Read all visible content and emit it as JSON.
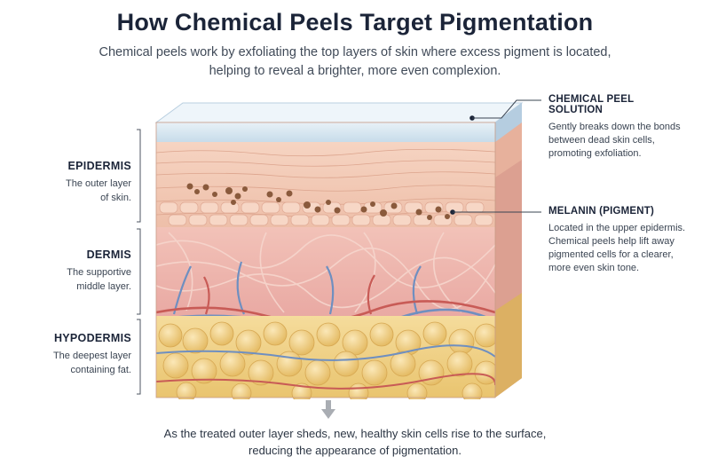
{
  "title": "How Chemical Peels Target Pigmentation",
  "subtitle": "Chemical peels work by exfoliating the top layers of skin where excess pigment is located, helping to reveal a brighter, more even complexion.",
  "layers": {
    "epidermis": {
      "heading": "EPIDERMIS",
      "description": "The outer layer of skin."
    },
    "dermis": {
      "heading": "DERMIS",
      "description": "The supportive middle layer."
    },
    "hypodermis": {
      "heading": "HYPODERMIS",
      "description": "The deepest layer containing fat."
    }
  },
  "callouts": {
    "peel": {
      "heading": "CHEMICAL PEEL SOLUTION",
      "description": "Gently breaks down the bonds between dead skin cells, promoting exfoliation."
    },
    "melanin": {
      "heading": "MELANIN (PIGMENT)",
      "description": "Located in the upper epidermis. Chemical peels help lift away pigmented cells for a clearer, more even skin tone."
    }
  },
  "footer": "As the treated outer layer sheds, new, healthy skin cells rise to the surface, reducing the appearance of pigmentation.",
  "colors": {
    "title": "#1b2438",
    "peel_layer": "#d7e7f1",
    "epidermis": "#f3c9b4",
    "dermis": "#f1b7b0",
    "fat": "#f3d28a",
    "melanin": "#8a5a3c",
    "vessel_blue": "#6f8fc0",
    "vessel_red": "#c85b56"
  },
  "icons": {
    "arrow": "down-arrow-icon"
  }
}
